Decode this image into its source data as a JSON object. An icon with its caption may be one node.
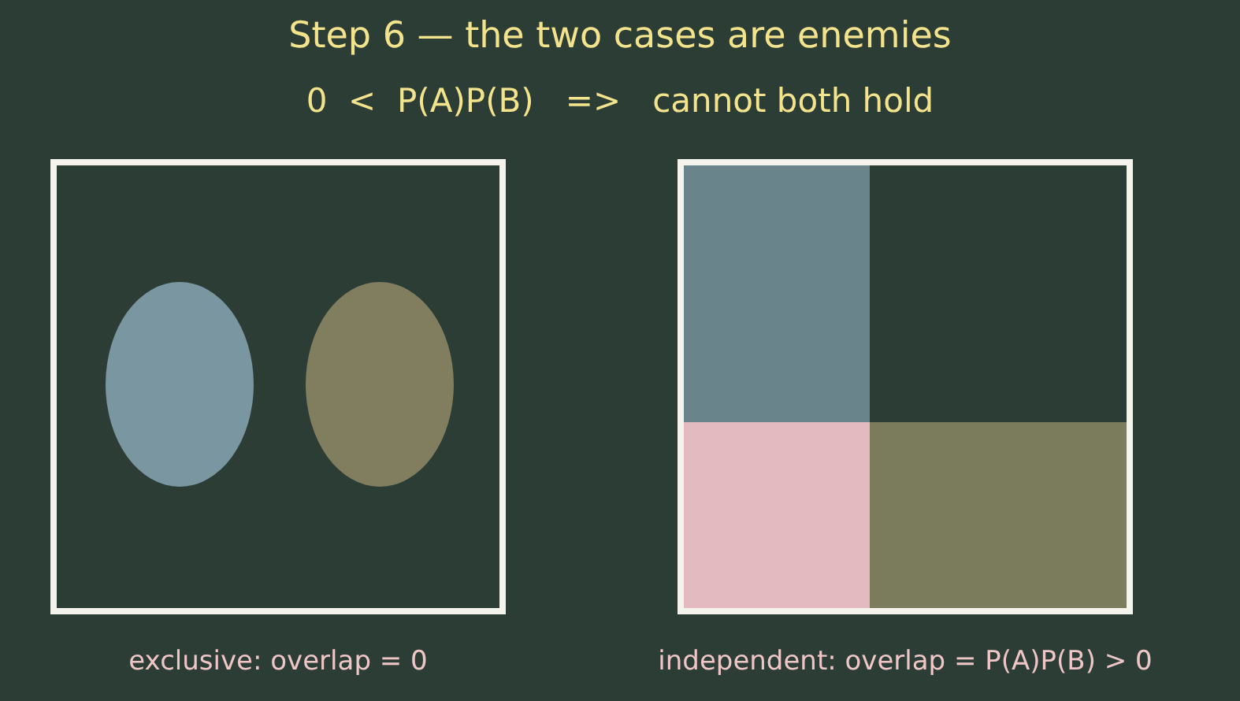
{
  "diagram": {
    "title": "Step 6 — the two cases are enemies",
    "nodes": [
      {
        "text": [],
        "shape": "box",
        "beside": [
          "exclusive: overlap = 0"
        ]
      },
      {
        "text": [],
        "shape": "ellipse",
        "in": 0
      },
      {
        "text": [],
        "shape": "ellipse",
        "in": 0
      },
      {
        "text": [],
        "shape": "box",
        "beside": [
          "independent: overlap = P(A)P(B) > 0"
        ]
      },
      {
        "text": [],
        "shape": "box",
        "in": 3
      },
      {
        "text": [],
        "shape": "box",
        "in": 3
      },
      {
        "text": [],
        "shape": "box",
        "in": 3
      }
    ],
    "edges": [],
    "labels": [
      "0  <  P(A)P(B)   =>   cannot both hold"
    ]
  }
}
